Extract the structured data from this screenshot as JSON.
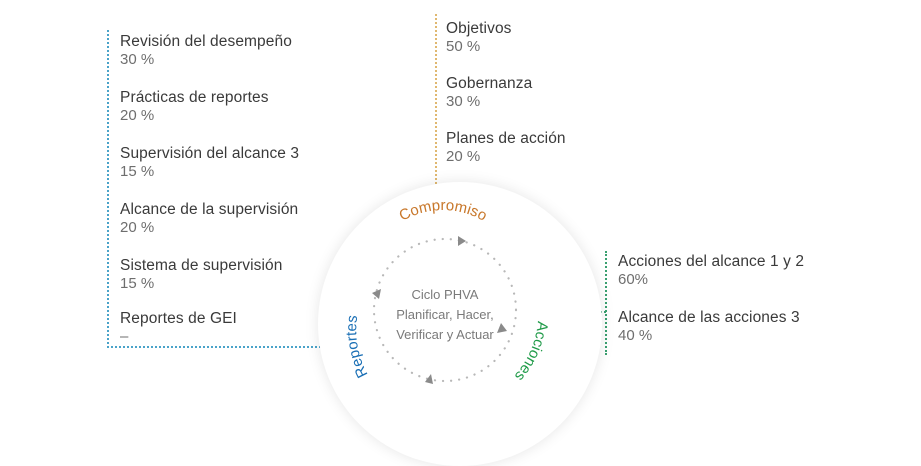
{
  "colors": {
    "reportes": "#1a6fb5",
    "compromiso": "#c8772a",
    "acciones": "#1f9a48",
    "label": "#3a3a3a",
    "value": "#6e6e6e",
    "center_text": "#7a7a7a",
    "reportes_line": "#4aa3c9",
    "compromiso_line": "#e0b870",
    "acciones_line": "#3aa070"
  },
  "cycle": {
    "center_lines": [
      "Ciclo PHVA",
      "Planificar, Hacer,",
      "Verificar y Actuar"
    ],
    "segments": {
      "compromiso": "Compromiso",
      "acciones": "Acciones",
      "reportes": "Reportes"
    }
  },
  "reportes_group": {
    "items": [
      {
        "label": "Revisión del desempeño",
        "value": "30 %"
      },
      {
        "label": "Prácticas de reportes",
        "value": "20 %"
      },
      {
        "label": "Supervisión del alcance 3",
        "value": "15 %"
      },
      {
        "label": "Alcance de la supervisión",
        "value": "20 %"
      },
      {
        "label": "Sistema de supervisión",
        "value": "15 %"
      },
      {
        "label": "Reportes de GEI",
        "value": "–"
      }
    ]
  },
  "compromiso_group": {
    "items": [
      {
        "label": "Objetivos",
        "value": "50 %"
      },
      {
        "label": "Gobernanza",
        "value": "30 %"
      },
      {
        "label": "Planes de acción",
        "value": "20 %"
      }
    ]
  },
  "acciones_group": {
    "items": [
      {
        "label": "Acciones del alcance 1 y 2",
        "value": "60%"
      },
      {
        "label": "Alcance de las acciones 3",
        "value": "40 %"
      }
    ]
  }
}
